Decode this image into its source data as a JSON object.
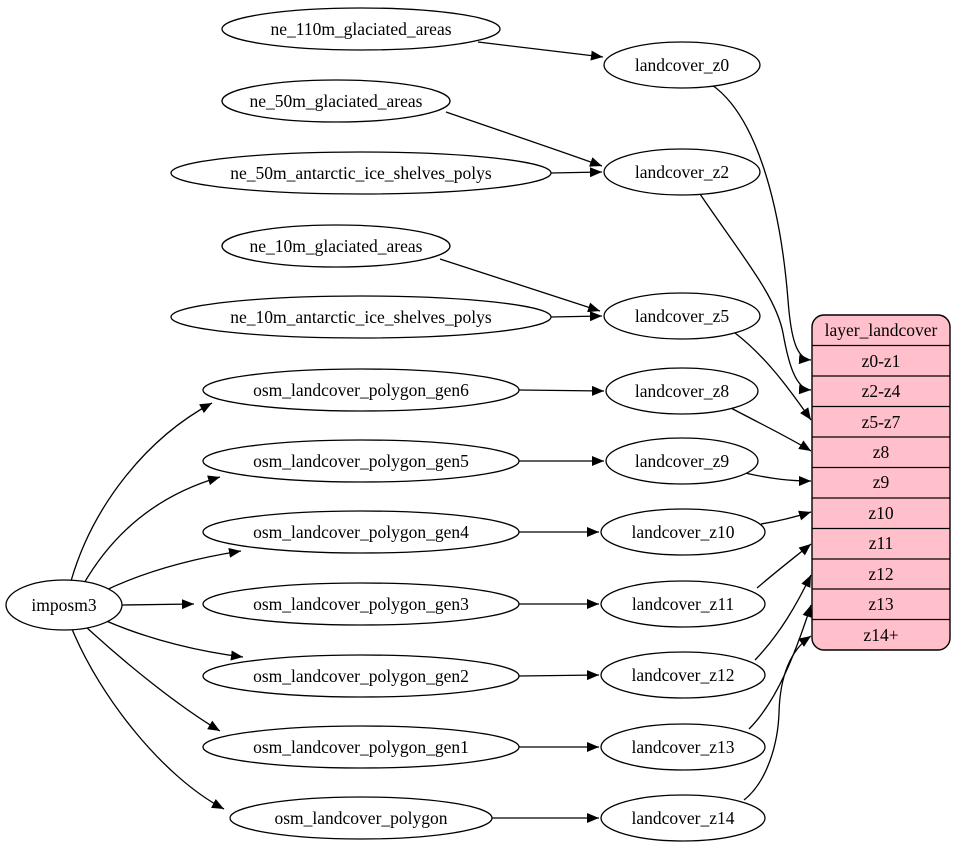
{
  "diagram": {
    "kind": "etl-dependency-graph",
    "background_color": "#ffffff",
    "edge_color": "#000000",
    "node_fill_color": "#ffffff",
    "node_stroke_color": "#000000"
  },
  "nodes": {
    "imposm3": "imposm3",
    "ne_110m_glaciated_areas": "ne_110m_glaciated_areas",
    "ne_50m_glaciated_areas": "ne_50m_glaciated_areas",
    "ne_50m_antarctic_ice_shelves_polys": "ne_50m_antarctic_ice_shelves_polys",
    "ne_10m_glaciated_areas": "ne_10m_glaciated_areas",
    "ne_10m_antarctic_ice_shelves_polys": "ne_10m_antarctic_ice_shelves_polys",
    "osm_landcover_polygon_gen6": "osm_landcover_polygon_gen6",
    "osm_landcover_polygon_gen5": "osm_landcover_polygon_gen5",
    "osm_landcover_polygon_gen4": "osm_landcover_polygon_gen4",
    "osm_landcover_polygon_gen3": "osm_landcover_polygon_gen3",
    "osm_landcover_polygon_gen2": "osm_landcover_polygon_gen2",
    "osm_landcover_polygon_gen1": "osm_landcover_polygon_gen1",
    "osm_landcover_polygon": "osm_landcover_polygon",
    "landcover_z0": "landcover_z0",
    "landcover_z2": "landcover_z2",
    "landcover_z5": "landcover_z5",
    "landcover_z8": "landcover_z8",
    "landcover_z9": "landcover_z9",
    "landcover_z10": "landcover_z10",
    "landcover_z11": "landcover_z11",
    "landcover_z12": "landcover_z12",
    "landcover_z13": "landcover_z13",
    "landcover_z14": "landcover_z14"
  },
  "record": {
    "title": "layer_landcover",
    "rows": [
      "z0-z1",
      "z2-z4",
      "z5-z7",
      "z8",
      "z9",
      "z10",
      "z11",
      "z12",
      "z13",
      "z14+"
    ],
    "fill_color": "#ffc0cb",
    "border_color": "#000000"
  },
  "edges": [
    {
      "from": "imposm3",
      "to": "osm_landcover_polygon_gen6"
    },
    {
      "from": "imposm3",
      "to": "osm_landcover_polygon_gen5"
    },
    {
      "from": "imposm3",
      "to": "osm_landcover_polygon_gen4"
    },
    {
      "from": "imposm3",
      "to": "osm_landcover_polygon_gen3"
    },
    {
      "from": "imposm3",
      "to": "osm_landcover_polygon_gen2"
    },
    {
      "from": "imposm3",
      "to": "osm_landcover_polygon_gen1"
    },
    {
      "from": "imposm3",
      "to": "osm_landcover_polygon"
    },
    {
      "from": "ne_110m_glaciated_areas",
      "to": "landcover_z0"
    },
    {
      "from": "ne_50m_glaciated_areas",
      "to": "landcover_z2"
    },
    {
      "from": "ne_50m_antarctic_ice_shelves_polys",
      "to": "landcover_z2"
    },
    {
      "from": "ne_10m_glaciated_areas",
      "to": "landcover_z5"
    },
    {
      "from": "ne_10m_antarctic_ice_shelves_polys",
      "to": "landcover_z5"
    },
    {
      "from": "osm_landcover_polygon_gen6",
      "to": "landcover_z8"
    },
    {
      "from": "osm_landcover_polygon_gen5",
      "to": "landcover_z9"
    },
    {
      "from": "osm_landcover_polygon_gen4",
      "to": "landcover_z10"
    },
    {
      "from": "osm_landcover_polygon_gen3",
      "to": "landcover_z11"
    },
    {
      "from": "osm_landcover_polygon_gen2",
      "to": "landcover_z12"
    },
    {
      "from": "osm_landcover_polygon_gen1",
      "to": "landcover_z13"
    },
    {
      "from": "osm_landcover_polygon",
      "to": "landcover_z14"
    },
    {
      "from": "landcover_z0",
      "to": "layer_landcover:z0-z1"
    },
    {
      "from": "landcover_z2",
      "to": "layer_landcover:z2-z4"
    },
    {
      "from": "landcover_z5",
      "to": "layer_landcover:z5-z7"
    },
    {
      "from": "landcover_z8",
      "to": "layer_landcover:z8"
    },
    {
      "from": "landcover_z9",
      "to": "layer_landcover:z9"
    },
    {
      "from": "landcover_z10",
      "to": "layer_landcover:z10"
    },
    {
      "from": "landcover_z11",
      "to": "layer_landcover:z11"
    },
    {
      "from": "landcover_z12",
      "to": "layer_landcover:z12"
    },
    {
      "from": "landcover_z13",
      "to": "layer_landcover:z13"
    },
    {
      "from": "landcover_z14",
      "to": "layer_landcover:z14+"
    }
  ]
}
